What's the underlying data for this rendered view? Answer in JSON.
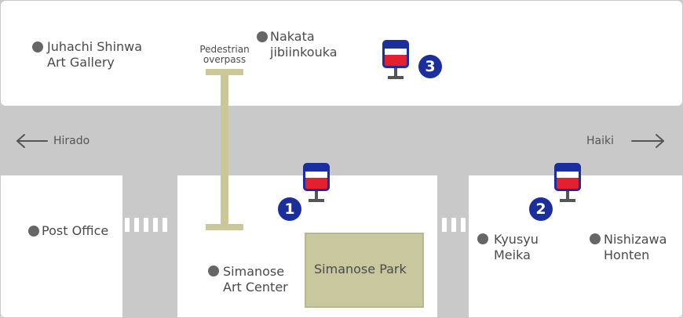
{
  "places": {
    "juhachi_shinwa": {
      "line1": "Juhachi Shinwa",
      "line2": "Art Gallery"
    },
    "nakata": {
      "line1": "Nakata",
      "line2": "jibiinkouka"
    },
    "post_office": {
      "line1": "Post Office"
    },
    "simanose_art_center": {
      "line1": "Simanose",
      "line2": "Art Center"
    },
    "kyusyu_meika": {
      "line1": "Kyusyu",
      "line2": "Meika"
    },
    "nishizawa_honten": {
      "line1": "Nishizawa",
      "line2": "Honten"
    }
  },
  "pedestrian_overpass": {
    "line1": "Pedestrian",
    "line2": "overpass"
  },
  "park": {
    "label": "Simanose Park"
  },
  "roads": {
    "west": "Hirado",
    "east": "Haiki"
  },
  "bus_stops": [
    {
      "number": "1",
      "icon": "bus-stop-sign-icon"
    },
    {
      "number": "2",
      "icon": "bus-stop-sign-icon"
    },
    {
      "number": "3",
      "icon": "bus-stop-sign-icon"
    }
  ],
  "colors": {
    "road": "#c9c9c9",
    "block_border": "#c9c9c9",
    "park": "#c8c79e",
    "overpass": "#c9c896",
    "marker_blue": "#1a2e9e",
    "sign_red": "#e5202e",
    "sign_blue": "#1a2e9e"
  }
}
